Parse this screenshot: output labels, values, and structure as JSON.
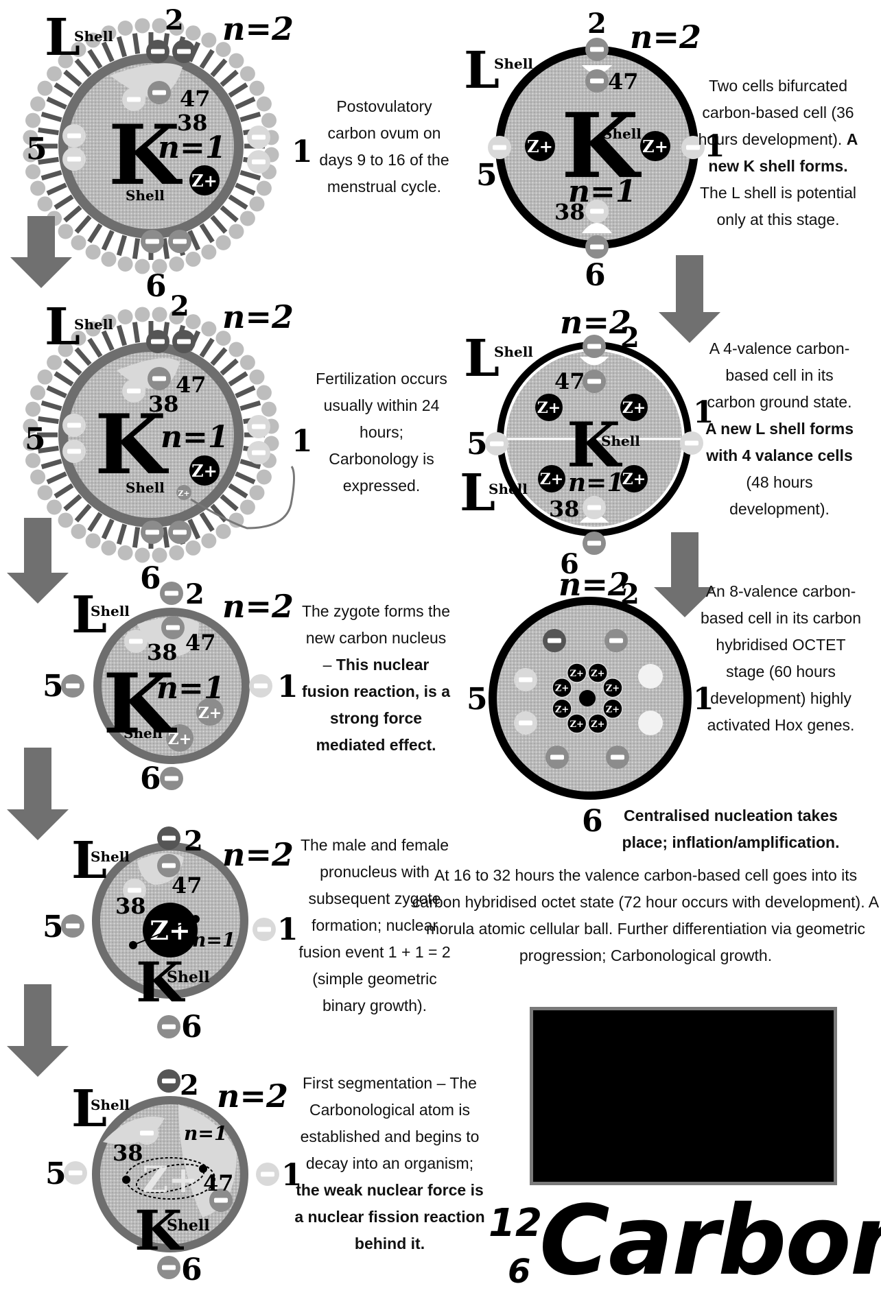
{
  "labels": {
    "L": "L",
    "K": "K",
    "shell": "Shell",
    "n2": "n=2",
    "n1": "n=1",
    "zplus": "Z+",
    "minus": "−",
    "p1": "1",
    "p2": "2",
    "p5": "5",
    "p6": "6",
    "p38": "38",
    "p47": "47"
  },
  "captions": {
    "c1": "Postovulatory carbon ovum on days 9 to 16 of the menstrual cycle.",
    "c2": "Fertilization occurs usually within 24 hours; Carbonology is expressed.",
    "c3a": "The zygote forms the new carbon nucleus – ",
    "c3b": "This nuclear fusion reaction, is a strong force mediated effect.",
    "c4": "The male and female pronucleus with subsequent zygote formation; nuclear fusion event 1 + 1 = 2 (simple geometric binary growth).",
    "c5a": "First segmentation – The Carbonological atom is established and begins to decay into an organism; ",
    "c5b": "the weak nuclear force is a nuclear fission reaction behind it.",
    "r1a": "Two cells bifurcated carbon-based cell (36 hours development). ",
    "r1b": "A new K shell forms.",
    "r1c": " The L shell is potential only at this stage.",
    "r2a": "A 4-valence carbon-based cell in its carbon ground state. ",
    "r2b": "A new L shell forms with 4 valance cells",
    "r2c": " (48 hours development).",
    "r3": "An 8-valence carbon-based cell in its carbon hybridised OCTET stage (60 hours development) highly activated Hox genes.",
    "r4": "Centralised nucleation takes place; inflation/amplification.",
    "r5": "At 16 to 32 hours the valence carbon-based cell goes into its carbon hybridised octet state (72 hour occurs with development). A morula atomic cellular ball. Further differentiation via geometric progression; Carbonological growth."
  },
  "brand": {
    "mass": "12",
    "atomic": "6",
    "word": "Carbon"
  },
  "colors": {
    "ring": "#6e6e6e",
    "fill": "#b5b5b5",
    "arrow": "#707070",
    "electron": "#8c8c8c"
  }
}
